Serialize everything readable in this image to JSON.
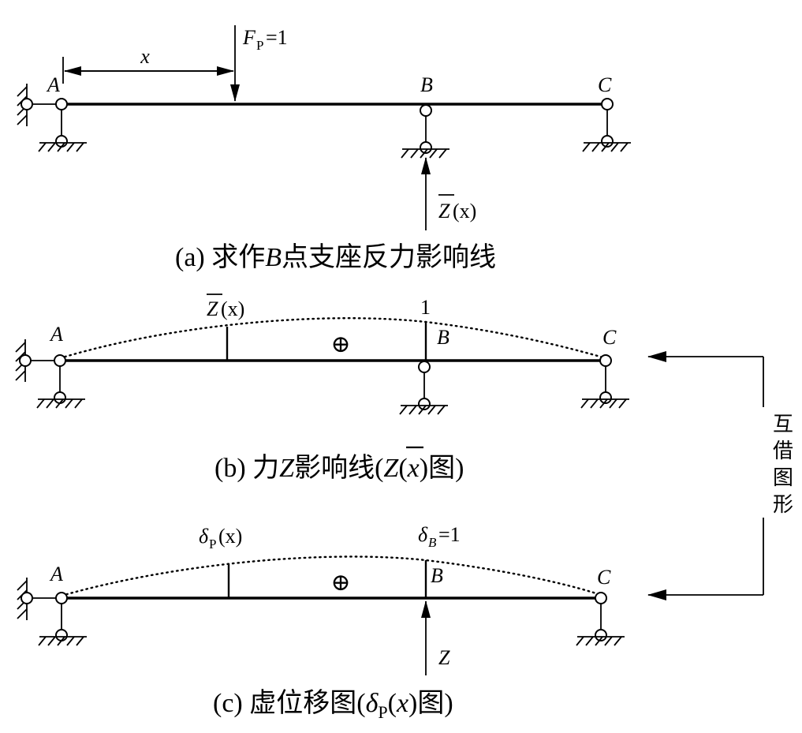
{
  "panel_a": {
    "x_dim": "x",
    "load_F": "F",
    "load_sub": "P",
    "load_val": "=1",
    "pt_A": "A",
    "pt_B": "B",
    "pt_C": "C",
    "zbar_Z": "Z",
    "zbar_arg": "(x)",
    "caption_pre": "(a) 求作",
    "caption_B": "B",
    "caption_post": "点支座反力影响线"
  },
  "panel_b": {
    "zbar_Z": "Z",
    "zbar_arg": "(x)",
    "one": "1",
    "plus": "⊕",
    "pt_A": "A",
    "pt_B": "B",
    "pt_C": "C",
    "caption_pre": "(b) 力",
    "caption_Z": "Z",
    "caption_mid": "影响线(",
    "caption_Z2": "Z",
    "caption_paren": "(",
    "caption_x": "x",
    "caption_end": ")图)"
  },
  "panel_c": {
    "delta": "δ",
    "delta_sub": "P",
    "delta_arg": "(x)",
    "deltaB": "δ",
    "deltaB_sub": "B",
    "deltaB_val": "=1",
    "plus": "⊕",
    "pt_A": "A",
    "pt_B": "B",
    "pt_C": "C",
    "force_Z": "Z",
    "caption_pre": "(c) 虚位移图(",
    "caption_delta": "δ",
    "caption_sub": "P",
    "caption_paren": "(",
    "caption_x": "x",
    "caption_end": ")图)"
  },
  "side_note": [
    "互",
    "借",
    "图",
    "形"
  ]
}
